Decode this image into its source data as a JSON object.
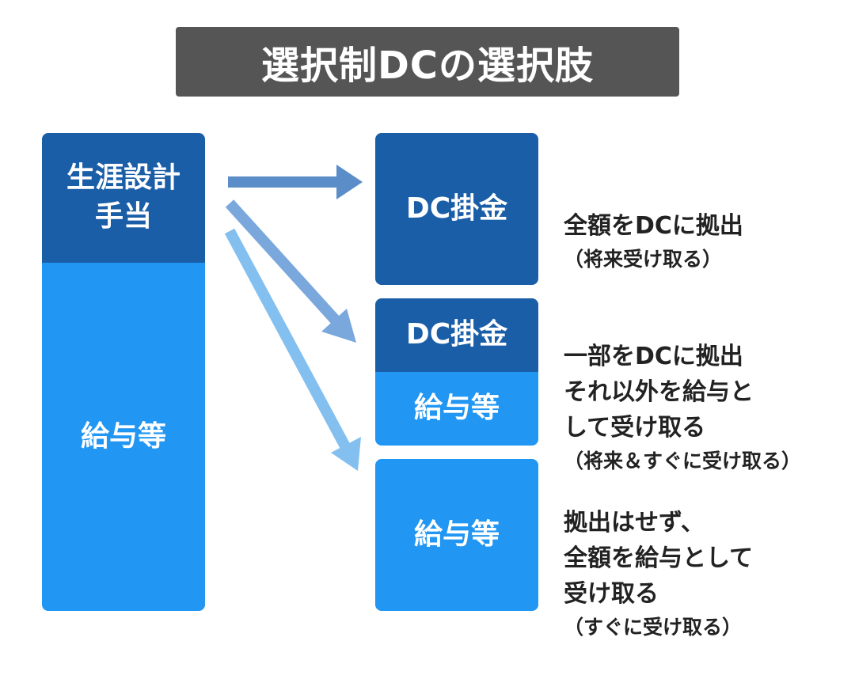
{
  "title": "選択制DCの選択肢",
  "left": {
    "top_label": "生涯設計\n手当",
    "bottom_label": "給与等"
  },
  "options": [
    {
      "blocks": [
        "DC掛金"
      ],
      "description": "全額をDCに拠出",
      "note": "（将来受け取る）"
    },
    {
      "blocks": [
        "DC掛金",
        "給与等"
      ],
      "description": "一部をDCに拠出\nそれ以外を給与と\nして受け取る",
      "note": "（将来＆すぐに受け取る）"
    },
    {
      "blocks": [
        "給与等"
      ],
      "description": "拠出はせず、\n全額を給与として\n受け取る",
      "note": "（すぐに受け取る）"
    }
  ],
  "colors": {
    "title_bg": "#555555",
    "dark_blue": "#1b5ea8",
    "light_blue": "#2196f3",
    "arrow_1": "#5b8ec9",
    "arrow_2": "#7aa8dc",
    "arrow_3": "#83c0f0"
  }
}
